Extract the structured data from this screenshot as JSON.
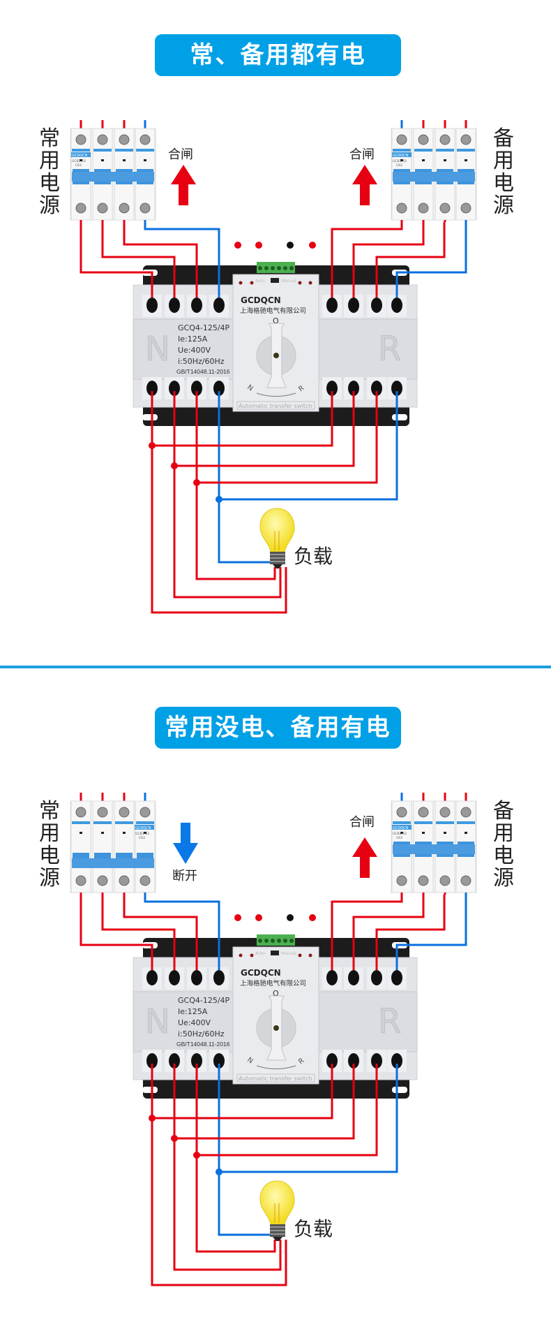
{
  "colors": {
    "accent": "#00a0e6",
    "live_wire": "#e60012",
    "neutral_wire": "#0a6fe0",
    "switch_body": "#e3e4e8"
  },
  "panels": [
    {
      "title": "常、备用都有电",
      "left_source_label": "常用电源",
      "right_source_label": "备用电源",
      "left_action": {
        "label": "合闸",
        "arrow": "up",
        "color": "#e60012"
      },
      "right_action": {
        "label": "合闸",
        "arrow": "up",
        "color": "#e60012"
      },
      "left_breaker_state": "on",
      "right_breaker_state": "on",
      "load_label": "负载"
    },
    {
      "title": "常用没电、备用有电",
      "left_source_label": "常用电源",
      "right_source_label": "备用电源",
      "left_action": {
        "label": "断开",
        "arrow": "down",
        "color": "#0a78e6"
      },
      "right_action": {
        "label": "合闸",
        "arrow": "up",
        "color": "#e60012"
      },
      "left_breaker_state": "off",
      "right_breaker_state": "on",
      "load_label": "负载"
    }
  ],
  "breaker": {
    "brand": "GCDQCN",
    "model": "GCB1-63",
    "rating": "C63"
  },
  "ats": {
    "brand": "GCDQCN",
    "company": "上海格驰电气有限公司",
    "model": "GCQ4-125/4P",
    "current": "Ie:125A",
    "voltage": "Ue:400V",
    "frequency": "i:50Hz/60Hz",
    "standard": "GB/T14048.11-2016",
    "side_left": "N",
    "side_right": "R",
    "pos_off": "O",
    "pos_n": "N",
    "pos_r": "R",
    "mode_auto": "Auto",
    "mode_manual": "Manual",
    "footer": "Automatic transfer switch"
  }
}
